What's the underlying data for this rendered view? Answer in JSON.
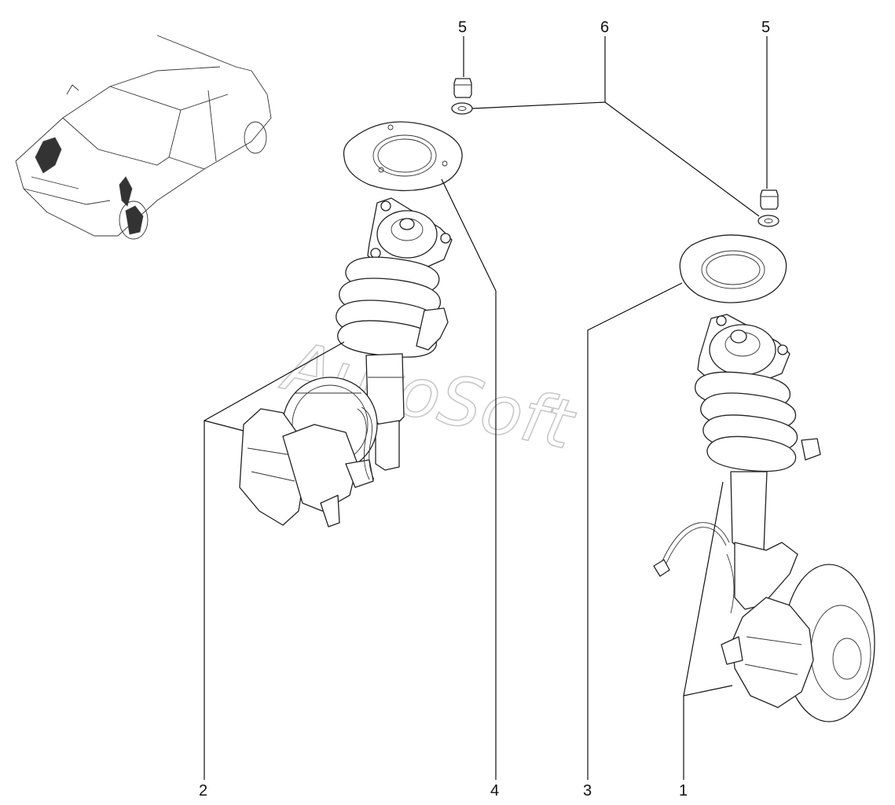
{
  "diagram": {
    "watermark": "AutoSoft",
    "callouts": [
      {
        "id": "callout-1",
        "label": "1"
      },
      {
        "id": "callout-2",
        "label": "2"
      },
      {
        "id": "callout-3",
        "label": "3"
      },
      {
        "id": "callout-4",
        "label": "4"
      },
      {
        "id": "callout-5a",
        "label": "5"
      },
      {
        "id": "callout-5b",
        "label": "5"
      },
      {
        "id": "callout-6",
        "label": "6"
      }
    ]
  }
}
